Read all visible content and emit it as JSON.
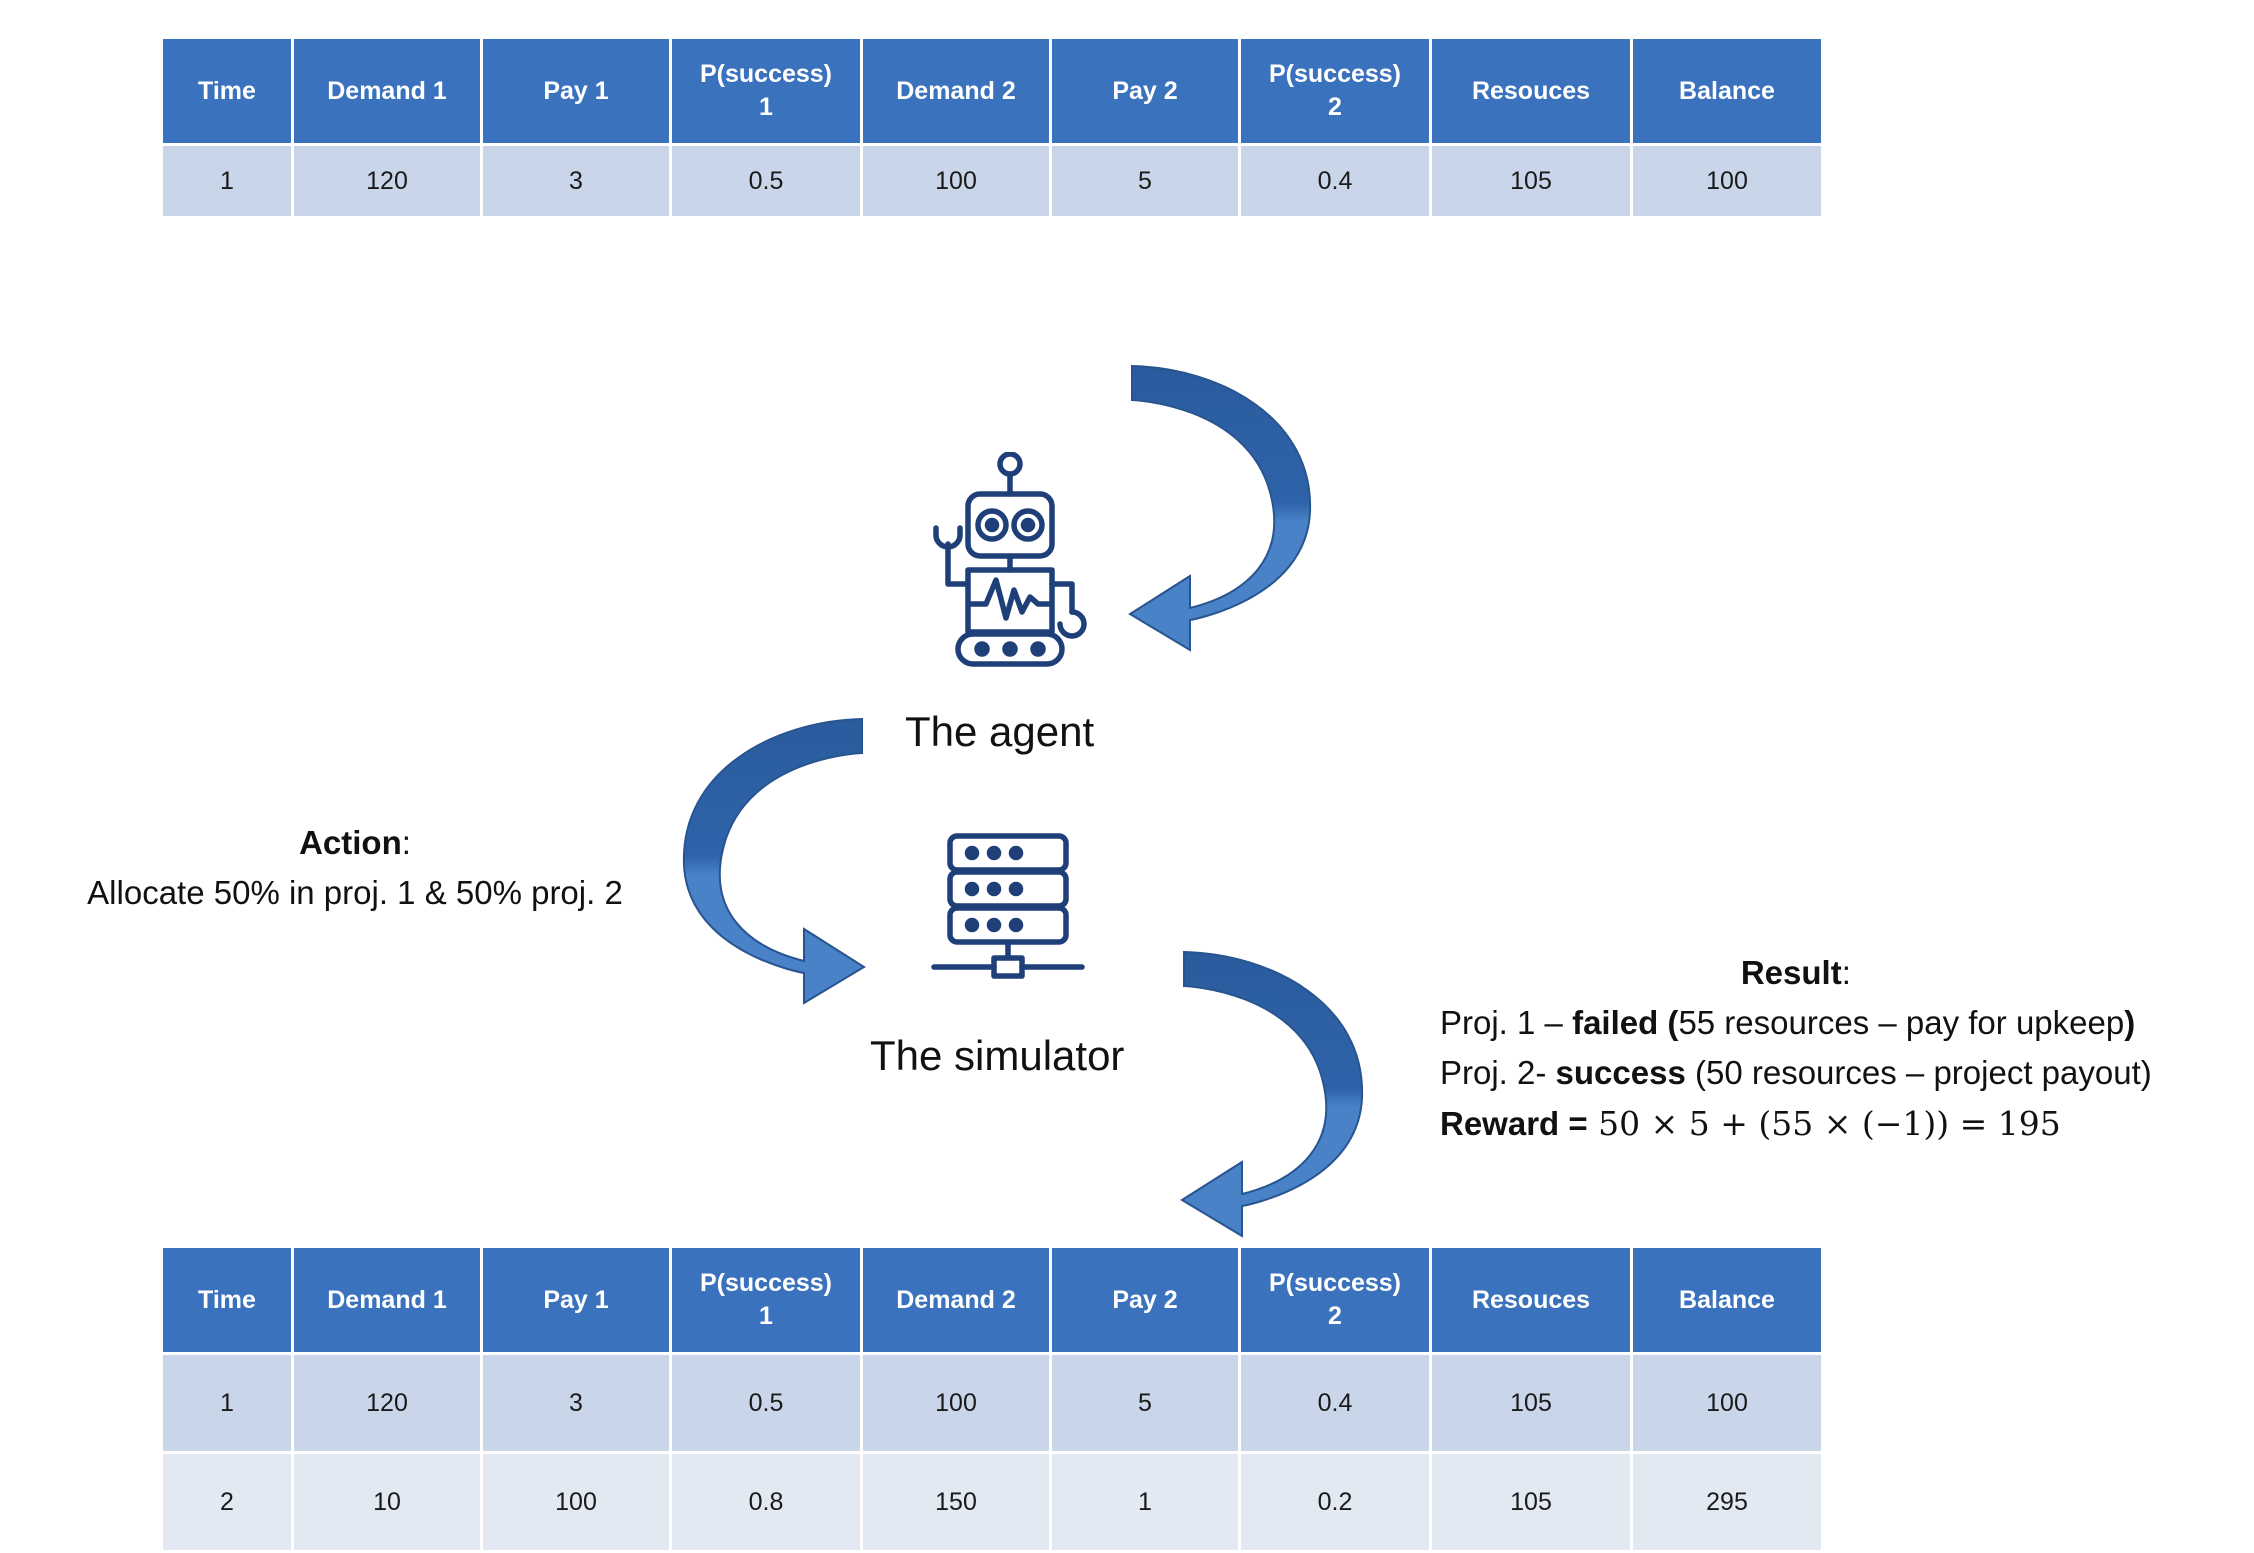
{
  "tables": {
    "columns": [
      "Time",
      "Demand 1",
      "Pay 1",
      "P(success) 1",
      "Demand 2",
      "Pay 2",
      "P(success) 2",
      "Resouces",
      "Balance"
    ],
    "columns_split": [
      {
        "l1": "Time",
        "l2": ""
      },
      {
        "l1": "Demand 1",
        "l2": ""
      },
      {
        "l1": "Pay 1",
        "l2": ""
      },
      {
        "l1": "P(success)",
        "l2": "1"
      },
      {
        "l1": "Demand 2",
        "l2": ""
      },
      {
        "l1": "Pay 2",
        "l2": ""
      },
      {
        "l1": "P(success)",
        "l2": "2"
      },
      {
        "l1": "Resouces",
        "l2": ""
      },
      {
        "l1": "Balance",
        "l2": ""
      }
    ],
    "top": {
      "rows": [
        [
          "1",
          "120",
          "3",
          "0.5",
          "100",
          "5",
          "0.4",
          "105",
          "100"
        ]
      ]
    },
    "bottom": {
      "rows": [
        [
          "1",
          "120",
          "3",
          "0.5",
          "100",
          "5",
          "0.4",
          "105",
          "100"
        ],
        [
          "2",
          "10",
          "100",
          "0.8",
          "150",
          "1",
          "0.2",
          "105",
          "295"
        ]
      ]
    }
  },
  "nodes": {
    "agent_label": "The agent",
    "simulator_label": "The simulator",
    "agent_icon": "robot-icon",
    "simulator_icon": "server-rack-icon"
  },
  "action": {
    "heading": "Action",
    "heading_colon": ":",
    "line": "Allocate 50% in proj. 1 & 50% proj. 2"
  },
  "result": {
    "heading": "Result",
    "heading_colon": ":",
    "line1_pre": "Proj. 1 – ",
    "line1_bold": "failed (",
    "line1_mid": "55 resources – pay for upkeep",
    "line1_close": ")",
    "line2_pre": "Proj. 2- ",
    "line2_bold": "success",
    "line2_mid": " (50 resources – project payout)",
    "reward_label": "Reward =",
    "reward_expr": " 50 × 5 + (55 × (−1)) = 195"
  },
  "arrows": {
    "agent_feedback": "curved-arrow-down-left",
    "action_arrow": "curved-arrow-down-right",
    "result_arrow": "curved-arrow-down-left"
  },
  "colors": {
    "header_blue": "#3a72bd",
    "row_dark": "#c9d6ea",
    "row_light": "#e2e9f3",
    "arrow_dark": "#2a5b9e",
    "arrow_light": "#4a82c8",
    "icon_blue": "#1f3f78"
  }
}
